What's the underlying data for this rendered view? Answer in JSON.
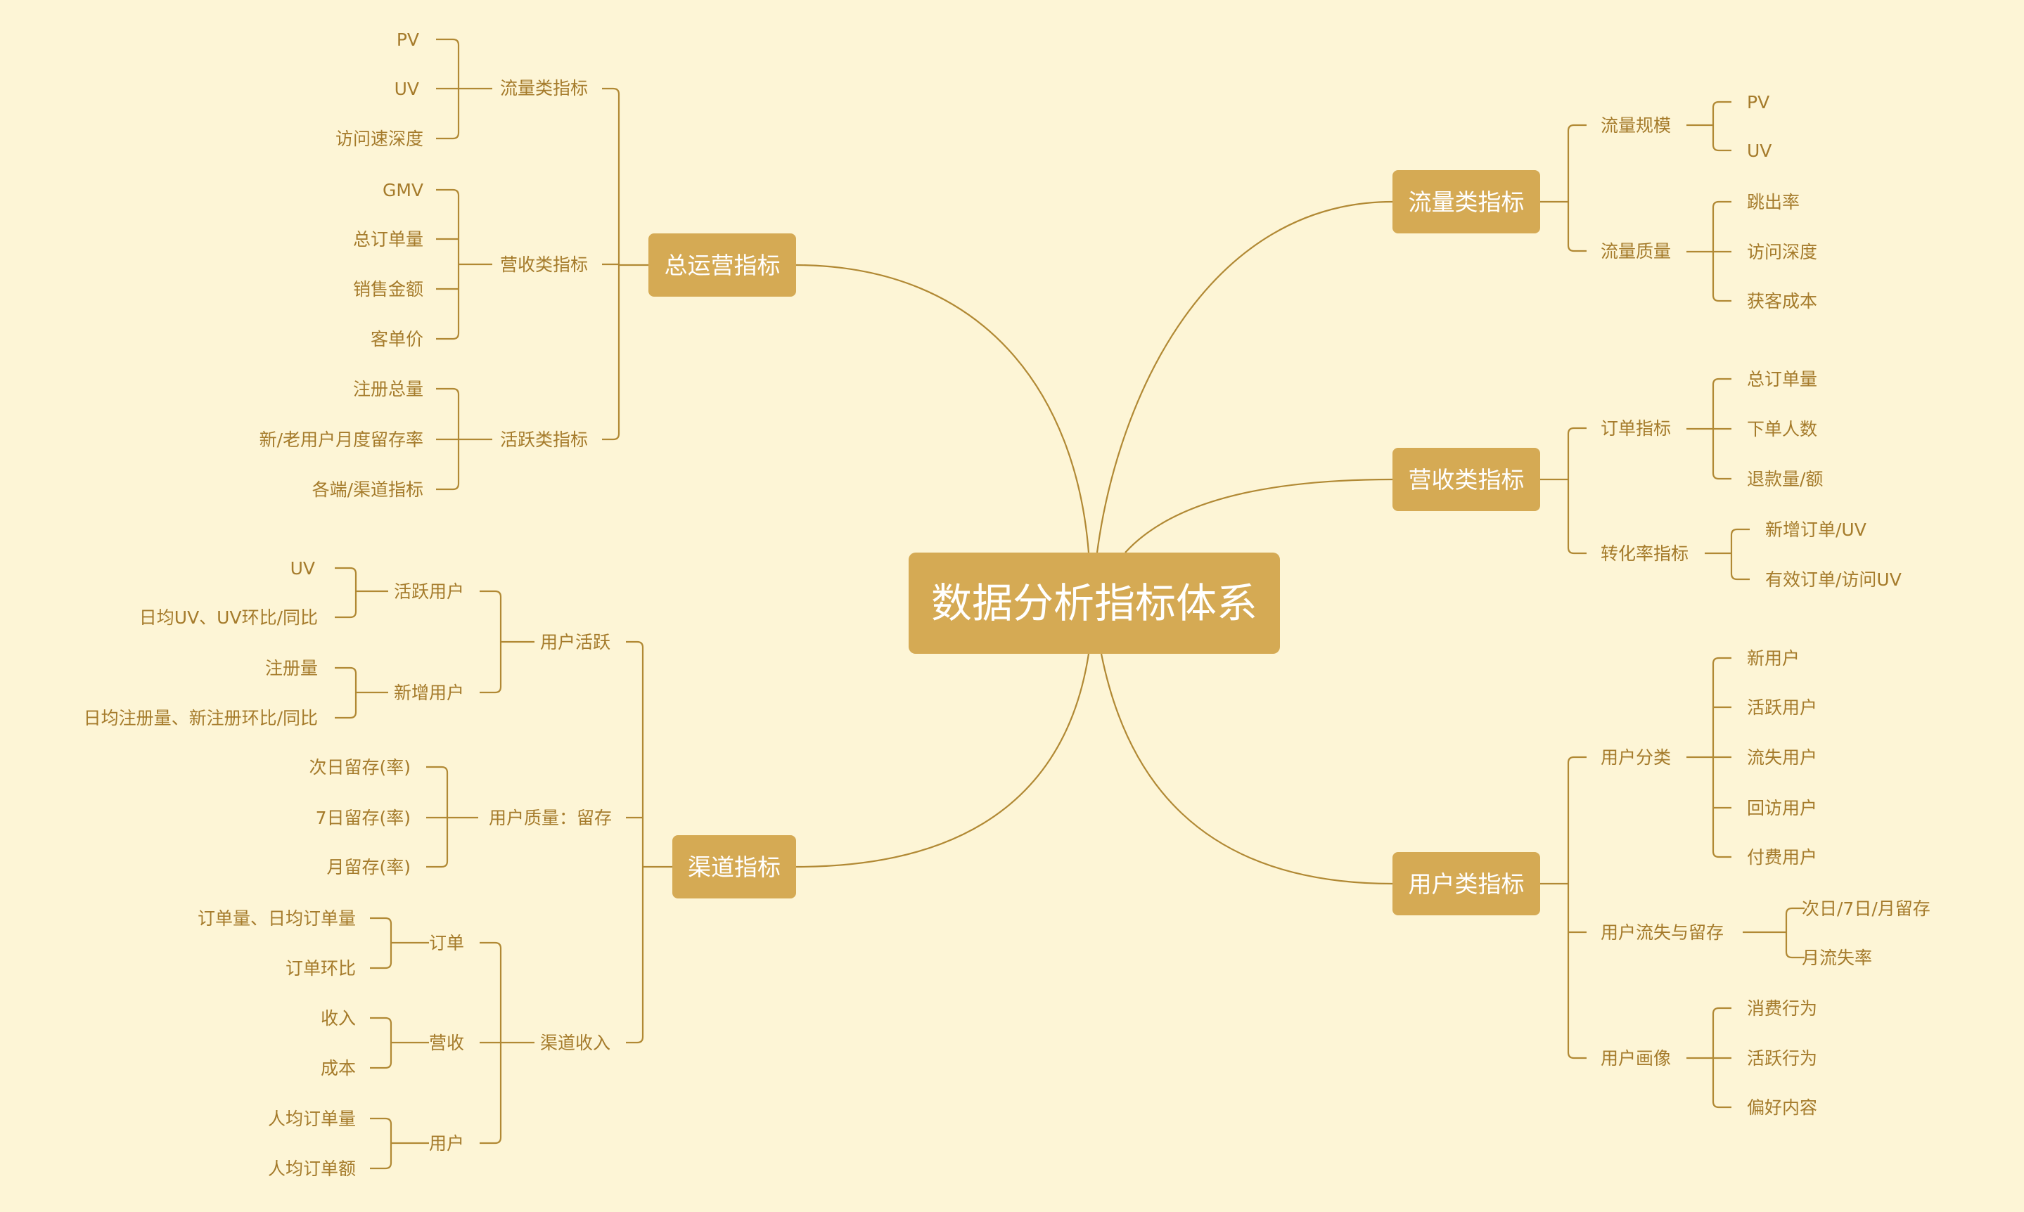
{
  "root": "数据分析指标体系",
  "branches": {
    "ops": {
      "label": "总运营指标",
      "groups": [
        {
          "label": "流量类指标",
          "items": [
            "PV",
            "UV",
            "访问速深度"
          ]
        },
        {
          "label": "营收类指标",
          "items": [
            "GMV",
            "总订单量",
            "销售金额",
            "客单价"
          ]
        },
        {
          "label": "活跃类指标",
          "items": [
            "注册总量",
            "新/老用户月度留存率",
            "各端/渠道指标"
          ]
        }
      ]
    },
    "channel": {
      "label": "渠道指标",
      "groups": [
        {
          "label": "用户活跃",
          "subgroups": [
            {
              "label": "活跃用户",
              "items": [
                "UV",
                "日均UV、UV环比/同比"
              ]
            },
            {
              "label": "新增用户",
              "items": [
                "注册量",
                "日均注册量、新注册环比/同比"
              ]
            }
          ]
        },
        {
          "label": "用户质量：留存",
          "items": [
            "次日留存(率)",
            "7日留存(率)",
            "月留存(率)"
          ]
        },
        {
          "label": "渠道收入",
          "subgroups": [
            {
              "label": "订单",
              "items": [
                "订单量、日均订单量",
                "订单环比"
              ]
            },
            {
              "label": "营收",
              "items": [
                "收入",
                "成本"
              ]
            },
            {
              "label": "用户",
              "items": [
                "人均订单量",
                "人均订单额"
              ]
            }
          ]
        }
      ]
    },
    "traffic": {
      "label": "流量类指标",
      "groups": [
        {
          "label": "流量规模",
          "items": [
            "PV",
            "UV"
          ]
        },
        {
          "label": "流量质量",
          "items": [
            "跳出率",
            "访问深度",
            "获客成本"
          ]
        }
      ]
    },
    "revenue": {
      "label": "营收类指标",
      "groups": [
        {
          "label": "订单指标",
          "items": [
            "总订单量",
            "下单人数",
            "退款量/额"
          ]
        },
        {
          "label": "转化率指标",
          "items": [
            "新增订单/UV",
            "有效订单/访问UV"
          ]
        }
      ]
    },
    "user": {
      "label": "用户类指标",
      "groups": [
        {
          "label": "用户分类",
          "items": [
            "新用户",
            "活跃用户",
            "流失用户",
            "回访用户",
            "付费用户"
          ]
        },
        {
          "label": "用户流失与留存",
          "items": [
            "次日/7日/月留存",
            "月流失率"
          ]
        },
        {
          "label": "用户画像",
          "items": [
            "消费行为",
            "活跃行为",
            "偏好内容"
          ]
        }
      ]
    }
  }
}
